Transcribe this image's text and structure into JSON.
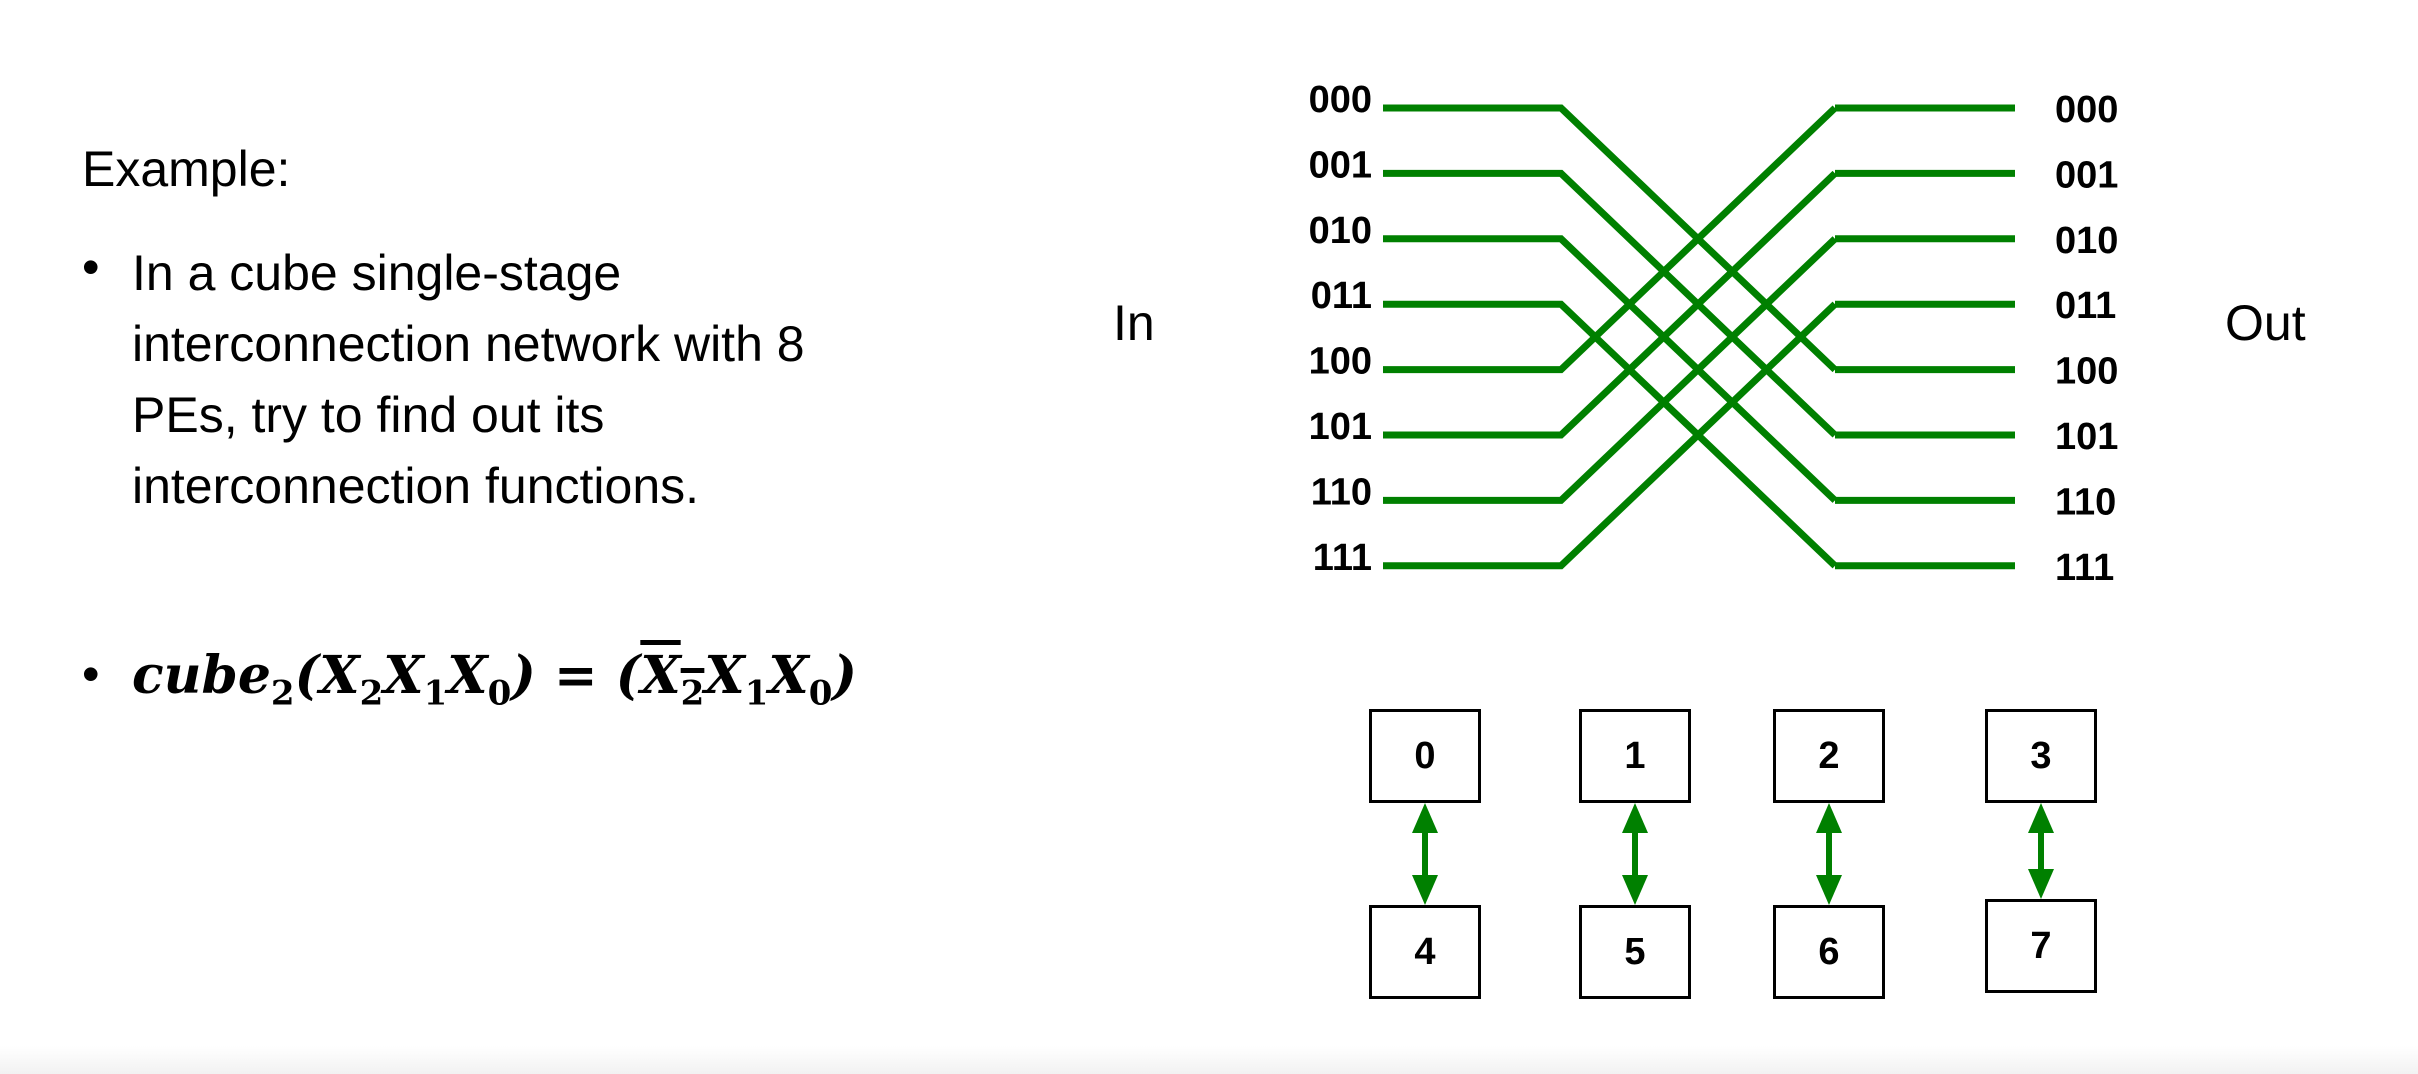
{
  "heading": "Example:",
  "bullets": {
    "question_lines": [
      "In a cube single-stage",
      "interconnection network with 8",
      "PEs, try to find out its",
      "interconnection functions."
    ],
    "formula": {
      "fn": "cube",
      "fn_sub": "2",
      "lhs": [
        "X",
        "2",
        "X",
        "1",
        "X",
        "0"
      ],
      "equals": "=",
      "rhs_negated": "X",
      "rhs_negated_sub": "2",
      "rhs_rest": [
        "X",
        "1",
        "X",
        "0"
      ]
    }
  },
  "network": {
    "in_label": "In",
    "out_label": "Out",
    "inputs": [
      "000",
      "001",
      "010",
      "011",
      "100",
      "101",
      "110",
      "111"
    ],
    "outputs": [
      "000",
      "001",
      "010",
      "011",
      "100",
      "101",
      "110",
      "111"
    ],
    "mapping": [
      4,
      5,
      6,
      7,
      0,
      1,
      2,
      3
    ],
    "line_color": "#008000"
  },
  "pe_pairs": [
    {
      "top": "0",
      "bottom": "4"
    },
    {
      "top": "1",
      "bottom": "5"
    },
    {
      "top": "2",
      "bottom": "6"
    },
    {
      "top": "3",
      "bottom": "7"
    }
  ]
}
